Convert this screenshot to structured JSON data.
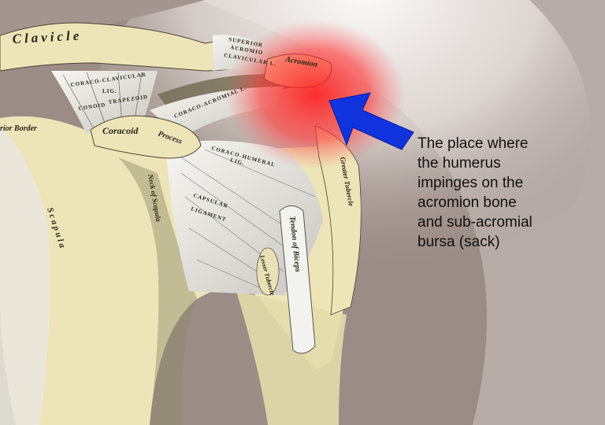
{
  "labels": {
    "clavicle": "Clavicle",
    "superior_acromio_clavicular": [
      "SUPERIOR",
      "ACROMIO",
      "CLAVICULAR L."
    ],
    "acromion": "Acromion",
    "coraco_clavicular": [
      "CORACO-CLAVICULAR",
      "LIG."
    ],
    "conoid": "CONOID",
    "trapezoid": "TRAPEZOID",
    "coraco_acromial": "CORACO-ACROMIAL L.",
    "superior_border": "rior Border",
    "coracoid_process": "Coracoid",
    "coracoid_process_2": "Process",
    "coraco_humeral": [
      "CORACO-HUMERAL",
      "LIG."
    ],
    "capsular_ligament": [
      "CAPSULAR",
      "LIGAMENT"
    ],
    "greater_tubercle": "Greater Tubercle",
    "lesser_tubercle": "Lesser Tubercle",
    "tendon_of_biceps": "Tendon of Biceps",
    "neck_of_scapula": "Neck of Scapula",
    "scapula": "S c a p u l a"
  },
  "caption": [
    "The place where",
    "the humerus",
    "impinges on the",
    "acromion bone",
    "and sub-acromial",
    "bursa (sack)"
  ],
  "colors": {
    "bone": "#ede5b8",
    "ligament": "#f2f2ee",
    "skin": "#9b8c86",
    "inflammation": "#ee2222",
    "arrow": "#1133dd"
  }
}
